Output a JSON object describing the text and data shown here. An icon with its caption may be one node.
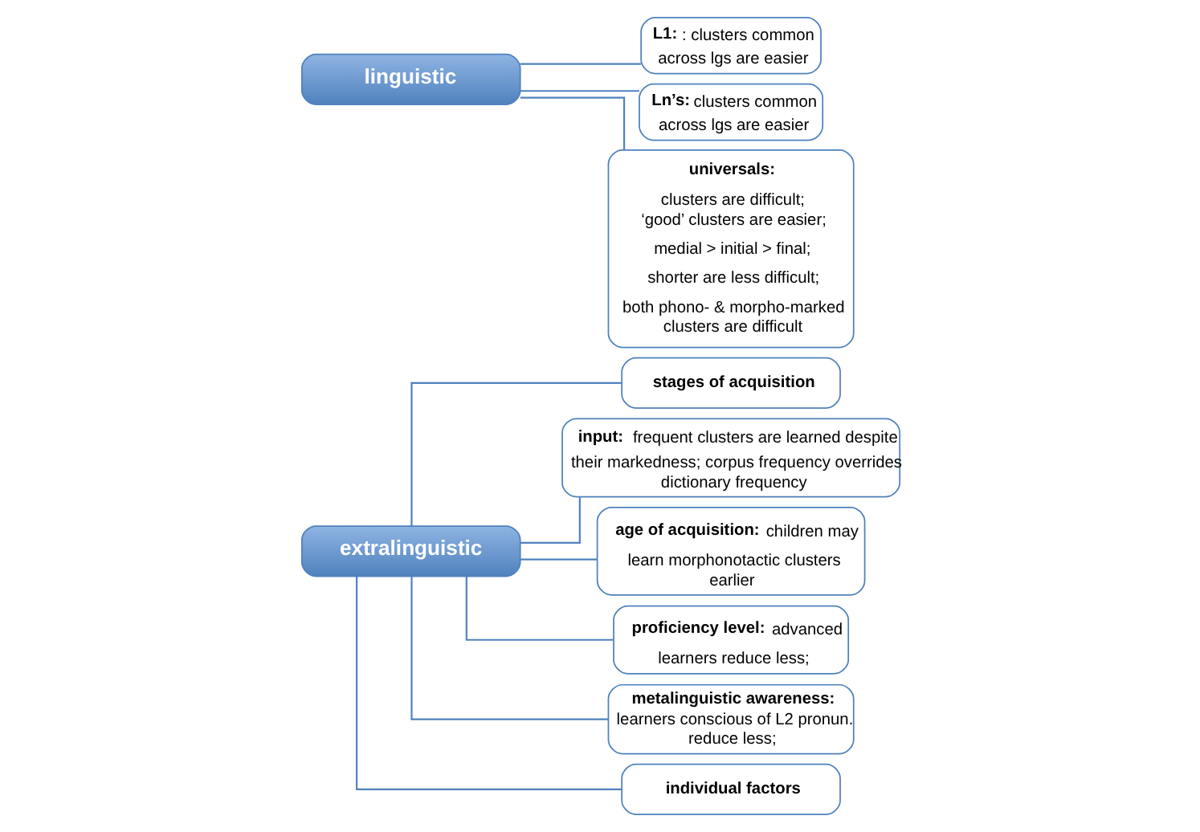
{
  "diagram": {
    "nodes": [
      {
        "text": [
          "linguistic"
        ]
      },
      {
        "text": [
          "**L1:** : clusters common across lgs are easier"
        ]
      },
      {
        "text": [
          "**Ln’s:** clusters common across lgs are easier"
        ]
      },
      {
        "text": [
          "universals:",
          "clusters are difficult; ‘good’ clusters are easier;",
          "medial > initial > final;",
          "shorter are less difficult;",
          "both phono- & morpho-marked clusters are difficult"
        ]
      },
      {
        "text": [
          "extralinguistic"
        ]
      },
      {
        "text": [
          "stages of acquisition"
        ]
      },
      {
        "text": [
          "**input:** frequent clusters are learned despite their markedness; corpus frequency overrides dictionary frequency"
        ]
      },
      {
        "text": [
          "**age of acquisition:** children may learn morphonotactic clusters earlier"
        ]
      },
      {
        "text": [
          "**proficiency level:** advanced learners reduce less;"
        ]
      },
      {
        "text": [
          "**metalinguistic awareness:** learners conscious of L2 pronun. reduce less;"
        ]
      },
      {
        "text": [
          "individual factors"
        ]
      }
    ],
    "edges": [
      {
        "from": 0,
        "to": 1,
        "arrow": "none"
      },
      {
        "from": 0,
        "to": 2,
        "arrow": "none"
      },
      {
        "from": 0,
        "to": 3,
        "arrow": "none"
      },
      {
        "from": 4,
        "to": 5,
        "arrow": "none"
      },
      {
        "from": 4,
        "to": 6,
        "arrow": "none"
      },
      {
        "from": 4,
        "to": 7,
        "arrow": "none"
      },
      {
        "from": 4,
        "to": 8,
        "arrow": "none"
      },
      {
        "from": 4,
        "to": 9,
        "arrow": "none"
      },
      {
        "from": 4,
        "to": 10,
        "arrow": "none"
      }
    ]
  }
}
